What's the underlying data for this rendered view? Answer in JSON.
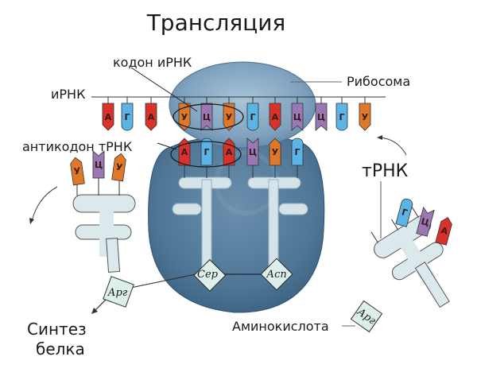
{
  "title": "Трансляция",
  "labels": {
    "codon": "кодон иРНК",
    "mrna": "иРНК",
    "ribosome": "Рибосома",
    "anticodon": "антикодон тРНК",
    "trna": "тРНК",
    "amino_acid": "Аминокислота",
    "synthesis_line1": "Синтез",
    "synthesis_line2": "белка"
  },
  "mrna_sequence": [
    "А",
    "Г",
    "А",
    "У",
    "Ц",
    "У",
    "Г",
    "А",
    "Ц",
    "Ц",
    "Г",
    "У"
  ],
  "anticodons_in_ribosome": [
    "А",
    "Г",
    "А",
    "Ц",
    "У",
    "Г"
  ],
  "leaving_trna_anticodon": [
    "У",
    "Ц",
    "У"
  ],
  "incoming_trna_anticodon": [
    "Г",
    "Ц",
    "А"
  ],
  "amino_acids": {
    "leaving": "Арг",
    "site1": "Сер",
    "site2": "Асп",
    "incoming": "Арг"
  },
  "colors": {
    "А": "#d8322a",
    "Г": "#5ab4e6",
    "У": "#e0782a",
    "Ц": "#9a78b4",
    "ribosome_top": "#7fa3c0",
    "ribosome_bottom": "#4f7696",
    "trna_body": "#dbe9ec"
  }
}
